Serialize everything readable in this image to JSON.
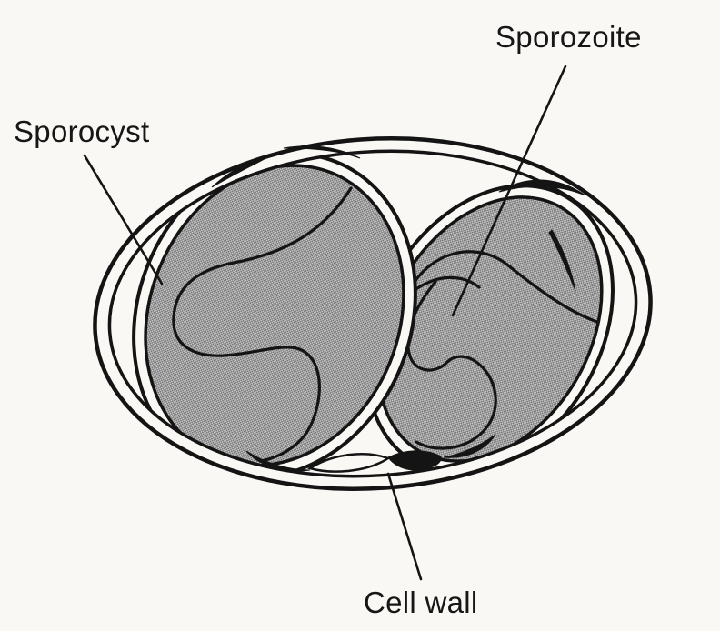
{
  "figure": {
    "kind": "labeled-line-diagram",
    "description": "Oocyst with cell wall enclosing two sporocysts filled with sporozoites",
    "colors": {
      "paper": "#faf8f4",
      "ink": "#141414",
      "halftone_dark": "#747474",
      "halftone_light": "#c8c8c8"
    }
  },
  "labels": {
    "sporocyst": {
      "text": "Sporocyst"
    },
    "sporozoite": {
      "text": "Sporozoite"
    },
    "cell_wall": {
      "text": "Cell wall"
    }
  }
}
